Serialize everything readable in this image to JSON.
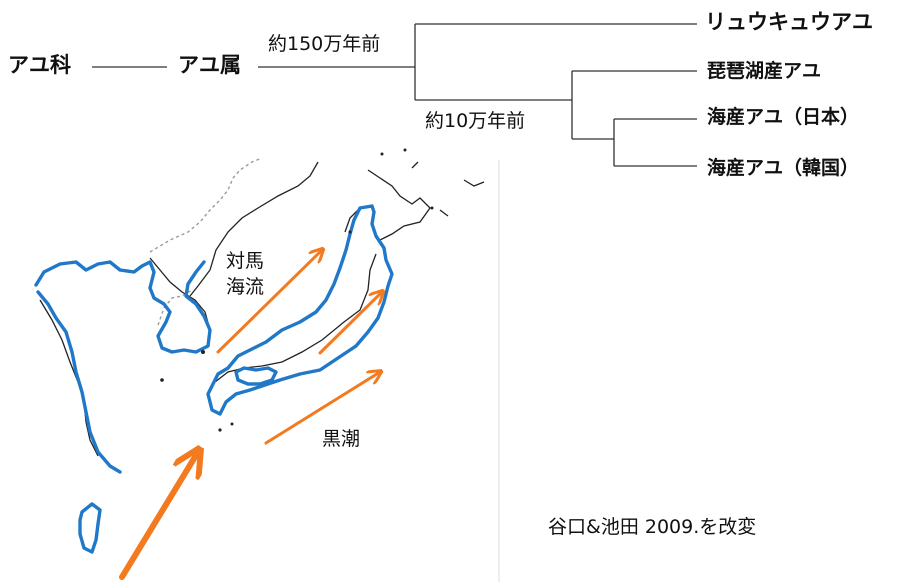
{
  "tree": {
    "root_label": "アユ科",
    "genus_label": "アユ属",
    "age_label_1": "約150万年前",
    "age_label_2": "約10万年前",
    "leaves": [
      "リュウキュウアユ",
      "琵琶湖産アユ",
      "海産アユ（日本）",
      "海産アユ（韓国）"
    ]
  },
  "map": {
    "current_1_line1": "対馬",
    "current_1_line2": "海流",
    "current_2": "黒潮",
    "source": "谷口&池田 2009.を改変"
  },
  "colors": {
    "coast_blue": "#1f78c8",
    "arrow_orange": "#f47a20",
    "line": "#333333",
    "border_dash": "#9a9a9a"
  }
}
